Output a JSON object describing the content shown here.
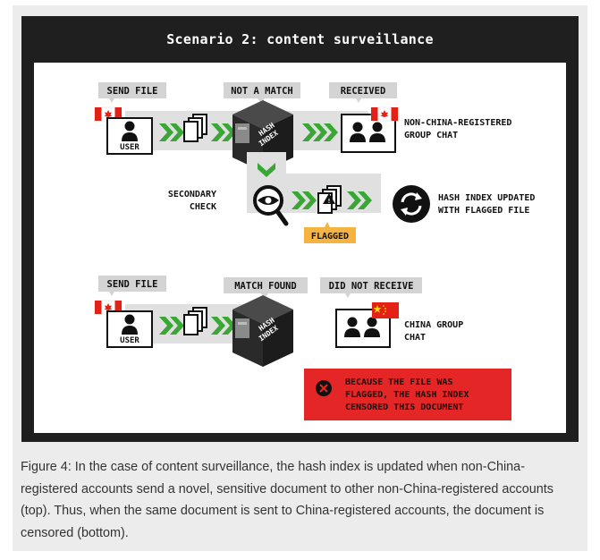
{
  "figure": {
    "title": "Scenario 2: content surveillance",
    "top": {
      "send_file": "SEND FILE",
      "user": "USER",
      "not_a_match": "NOT A MATCH",
      "hash_index": [
        "HASH",
        "INDEX"
      ],
      "received": "RECEIVED",
      "recipient": [
        "NON-CHINA-REGISTERED",
        "GROUP CHAT"
      ],
      "secondary_check": [
        "SECONDARY",
        "CHECK"
      ],
      "flagged": "FLAGGED",
      "updated": [
        "HASH INDEX UPDATED",
        "WITH FLAGGED FILE"
      ]
    },
    "bottom": {
      "send_file": "SEND FILE",
      "user": "USER",
      "match_found": "MATCH FOUND",
      "hash_index": [
        "HASH",
        "INDEX"
      ],
      "did_not_receive": "DID NOT RECEIVE",
      "recipient": [
        "CHINA GROUP",
        "CHAT"
      ],
      "censored": [
        "BECAUSE THE FILE WAS",
        "FLAGGED, THE HASH INDEX",
        "CENSORED THIS DOCUMENT"
      ]
    },
    "colors": {
      "frame": "#1f1f1f",
      "label_bg": "#d4d4d4",
      "arrow_green": "#3aa635",
      "flagged_bg": "#f5b342",
      "censor_red": "#e52626",
      "canada_red": "#e32117",
      "china_red": "#e32117",
      "china_star": "#ffde00",
      "cabinet": "#2e2e2e"
    },
    "icons": [
      "canada-flag-icon",
      "user-icon",
      "document-stack-icon",
      "hash-index-cabinet-icon",
      "group-chat-icon",
      "magnifier-eye-icon",
      "warning-document-icon",
      "sync-icon",
      "close-icon",
      "china-flag-icon"
    ]
  },
  "caption": "Figure 4: In the case of content surveillance, the hash index is updated when non-China-registered accounts send a novel, sensitive document to other non-China-registered accounts (top). Thus, when the same document is sent to China-registered accounts, the document is censored (bottom)."
}
